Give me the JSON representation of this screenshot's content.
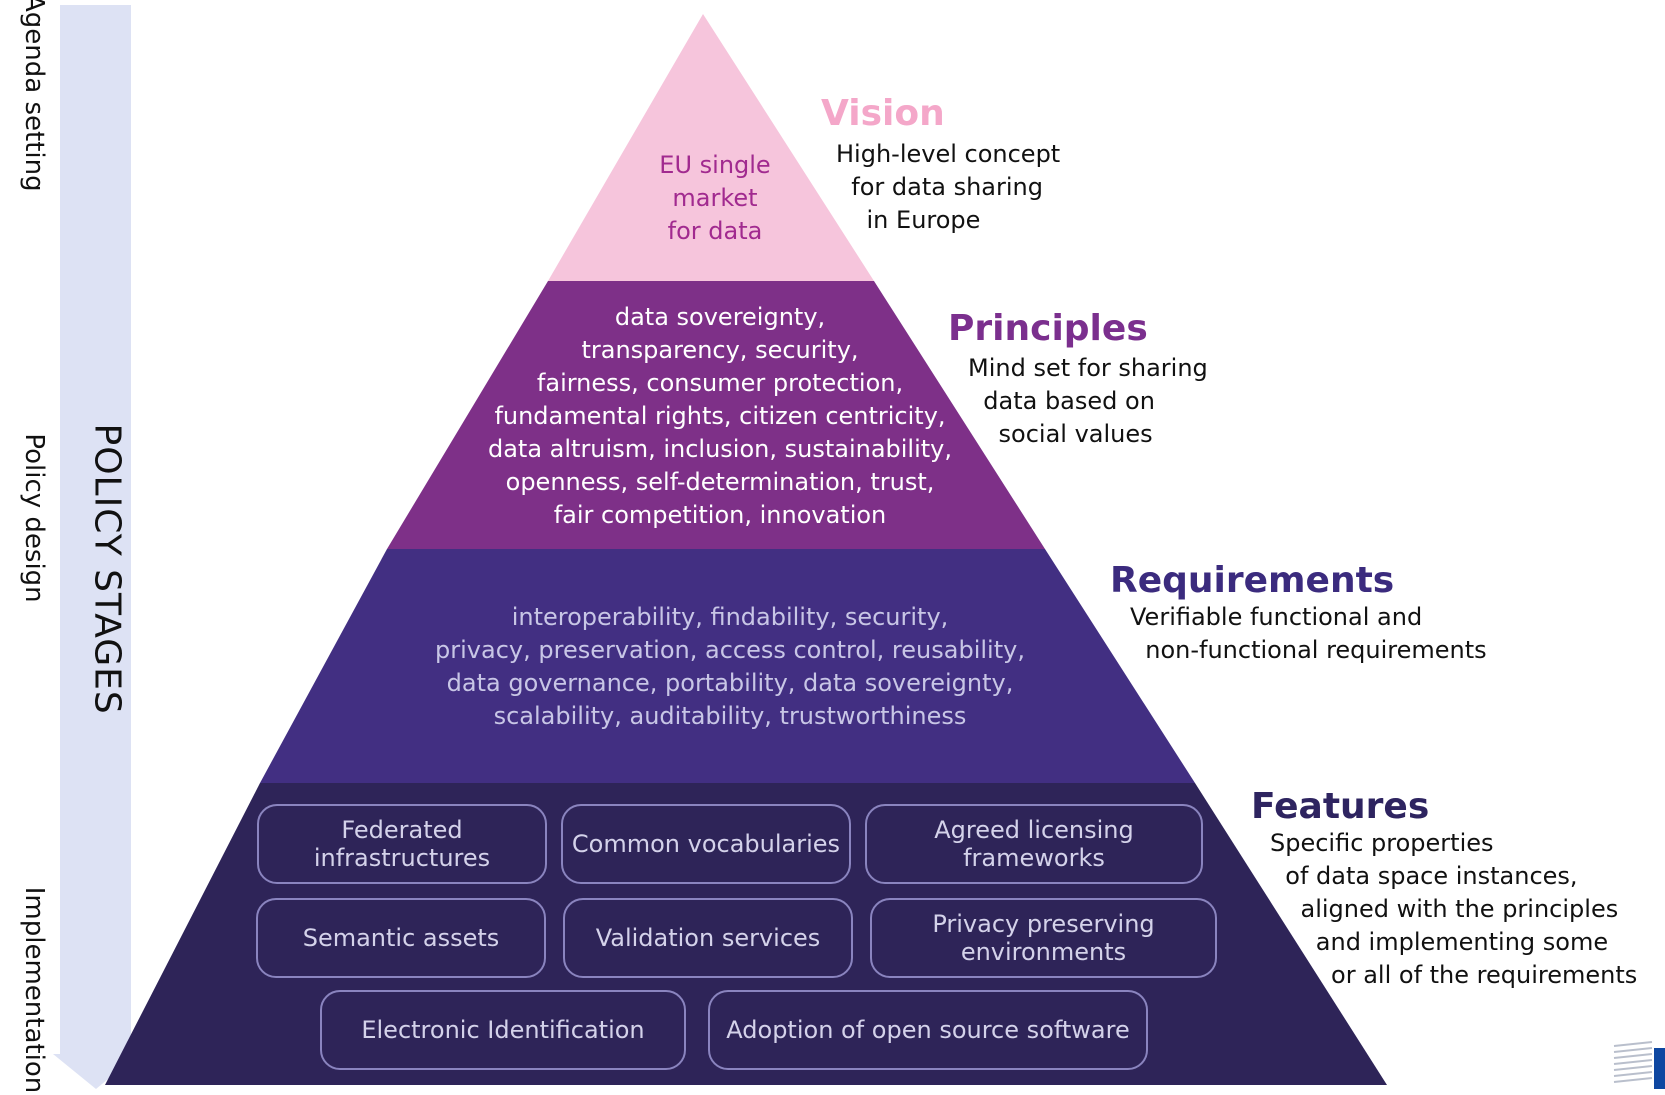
{
  "policy_stages": {
    "heading": "POLICY STAGES",
    "stages": [
      "Agenda setting",
      "Policy design",
      "Implementation"
    ]
  },
  "pyramid": {
    "vision": {
      "inner_text": "EU single\nmarket\nfor data",
      "title": "Vision",
      "description": "High-level concept\n  for data sharing\n    in Europe"
    },
    "principles": {
      "inner_text": "data sovereignty,\ntransparency, security,\nfairness, consumer protection,\nfundamental rights, citizen centricity,\ndata altruism, inclusion, sustainability,\nopenness, self-determination, trust,\nfair competition, innovation",
      "title": "Principles",
      "description": "Mind set for sharing\n  data based on\n    social values"
    },
    "requirements": {
      "inner_text": "interoperability, findability, security,\nprivacy, preservation, access control, reusability,\ndata governance, portability, data sovereignty,\nscalability, auditability, trustworthiness",
      "title": "Requirements",
      "description": "Verifiable functional and\n  non-functional requirements"
    },
    "features": {
      "title": "Features",
      "description": "Specific properties\n  of data space instances,\n    aligned with the principles\n      and implementing some\n        or all of the requirements",
      "boxes": [
        "Federated\ninfrastructures",
        "Common vocabularies",
        "Agreed licensing\nframeworks",
        "Semantic assets",
        "Validation services",
        "Privacy preserving\nenvironments",
        "Electronic Identification",
        "Adoption of open source software"
      ]
    }
  },
  "colors": {
    "vision": "#f6c5dc",
    "principles": "#7e3088",
    "requirements": "#422f82",
    "features": "#2e2458",
    "arrow": "#dde2f4"
  }
}
